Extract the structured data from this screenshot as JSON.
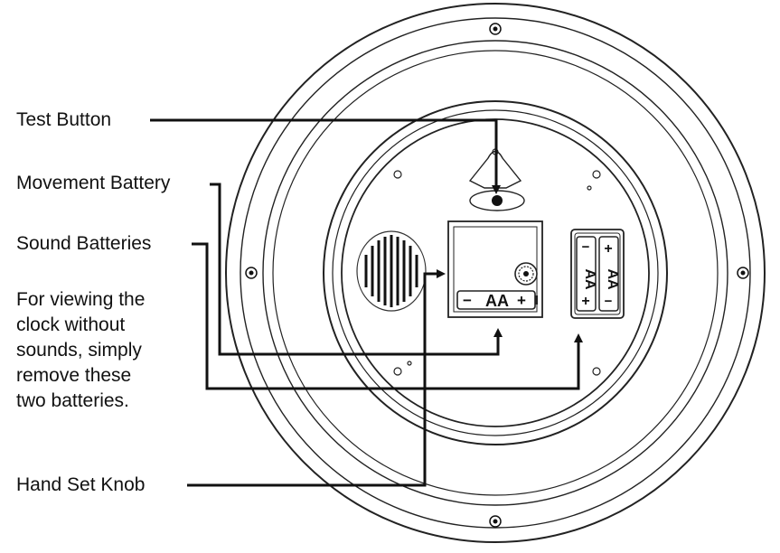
{
  "labels": {
    "test_button": "Test Button",
    "movement_battery": "Movement Battery",
    "sound_batteries": "Sound Batteries",
    "note": "For viewing the\nclock without\nsounds, simply\nremove these\ntwo batteries.",
    "hand_set_knob": "Hand Set Knob"
  },
  "battery": {
    "type": "AA",
    "minus": "−",
    "plus": "+"
  }
}
